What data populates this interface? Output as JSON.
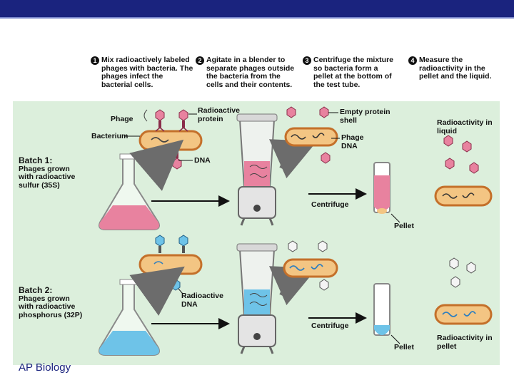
{
  "footer": "AP Biology",
  "steps": [
    {
      "num": "1",
      "text": "Mix radioactively labeled phages with bacteria. The phages infect the bacterial cells."
    },
    {
      "num": "2",
      "text": "Agitate in a blender to separate phages outside the bacteria from the cells and their contents."
    },
    {
      "num": "3",
      "text": "Centrifuge the mixture so bacteria form a pellet at the bottom of the test tube."
    },
    {
      "num": "4",
      "text": "Measure the radioactivity in the pellet and the liquid."
    }
  ],
  "labels": {
    "phage": "Phage",
    "bacterium": "Bacterium",
    "radioactive_protein": "Radioactive protein",
    "dna": "DNA",
    "empty_shell": "Empty protein shell",
    "phage_dna": "Phage DNA",
    "radio_liquid": "Radioactivity in liquid",
    "centrifuge_1": "Centrifuge",
    "pellet_1": "Pellet",
    "radioactive_dna": "Radioactive DNA",
    "centrifuge_2": "Centrifuge",
    "pellet_2": "Pellet",
    "radio_pellet": "Radioactivity in pellet"
  },
  "batch1": {
    "title": "Batch 1:",
    "line1": "Phages grown",
    "line2": "with radioactive",
    "line3": "sulfur (35S)"
  },
  "batch2": {
    "title": "Batch 2:",
    "line1": "Phages grown",
    "line2": "with radioactive",
    "line3": "phosphorus (32P)"
  },
  "colors": {
    "sulfur": "#e8829f",
    "phosphorus": "#6ec3e8",
    "bacterium": "#f3c583",
    "panel": "#dcefdc",
    "arrow": "#6c6c6c"
  }
}
